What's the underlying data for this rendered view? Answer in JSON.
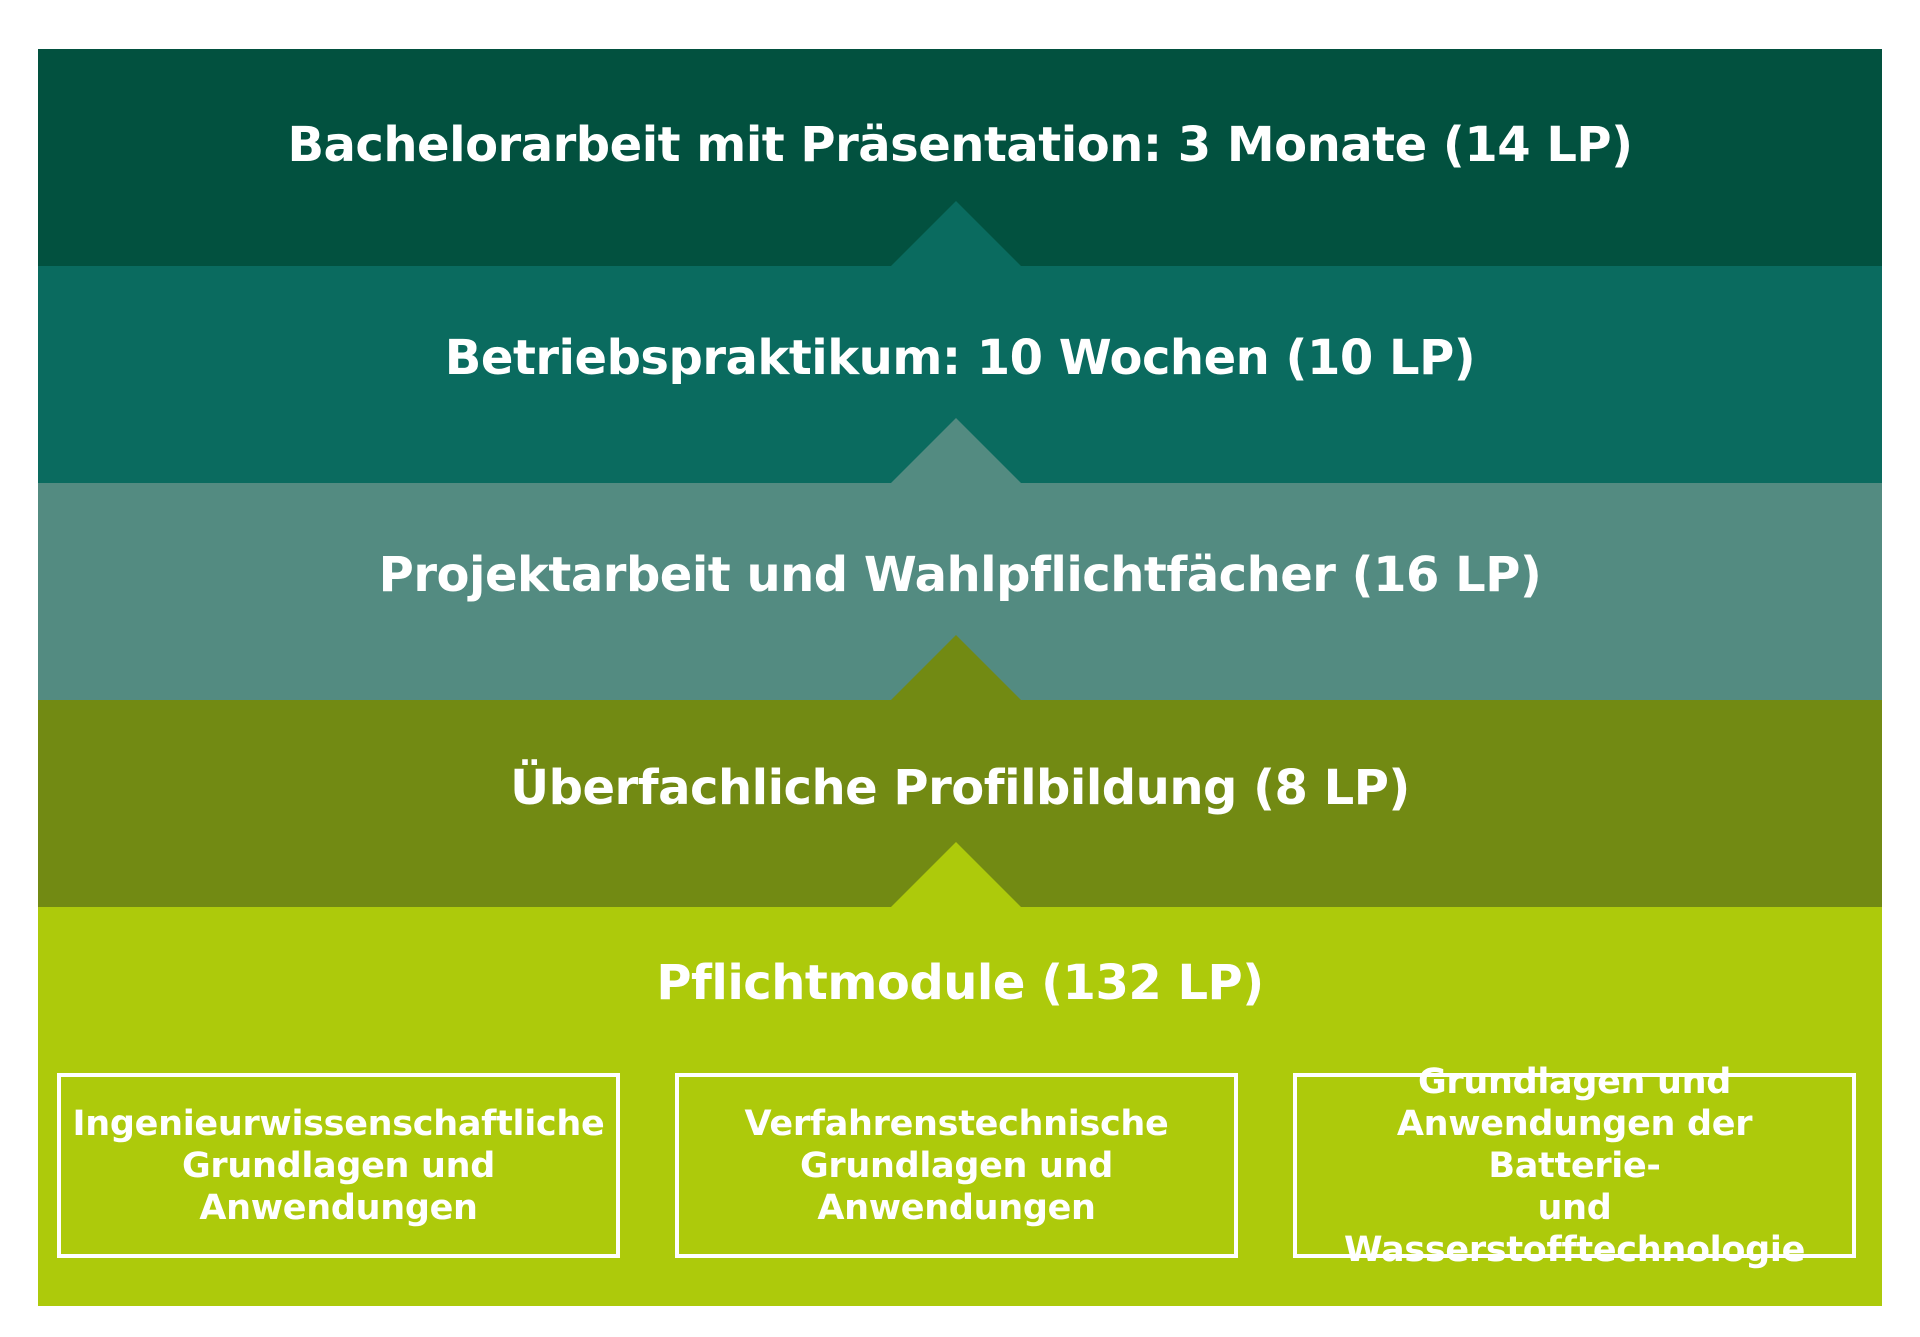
{
  "colors": {
    "level1": "#02513f",
    "level2": "#0a6b5f",
    "level3": "#538b81",
    "level4": "#728a13",
    "level5": "#adca0b",
    "text": "#ffffff"
  },
  "levels": [
    {
      "title": "Bachelorarbeit mit Präsentation: 3 Monate (14 LP)"
    },
    {
      "title": "Betriebspraktikum: 10 Wochen (10 LP)"
    },
    {
      "title": "Projektarbeit und Wahlpflichtfächer (16 LP)"
    },
    {
      "title": "Überfachliche Profilbildung (8 LP)"
    },
    {
      "title": "Pflichtmodule (132 LP)",
      "modules": [
        {
          "label": "Ingenieurwissenschaftliche\nGrundlagen und\nAnwendungen"
        },
        {
          "label": "Verfahrenstechnische\nGrundlagen und\nAnwendungen"
        },
        {
          "label": "Grundlagen und\nAnwendungen der Batterie-\nund Wasserstofftechnologie"
        }
      ]
    }
  ]
}
